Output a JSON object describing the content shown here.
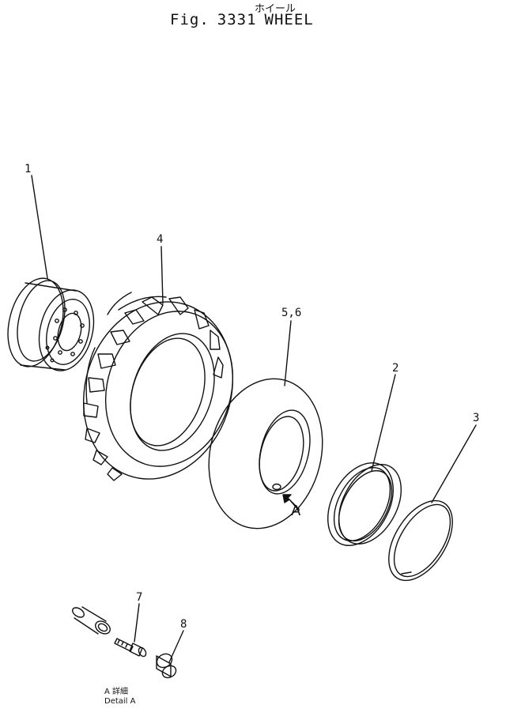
{
  "header": {
    "title_jp": "ホイール",
    "fig_label": "Fig.",
    "fig_number": "3331",
    "fig_name": "WHEEL"
  },
  "callouts": {
    "c1": "1",
    "c2": "2",
    "c3": "3",
    "c4": "4",
    "c56": "5,6",
    "c7": "7",
    "c8": "8",
    "detail_marker": "A"
  },
  "detail": {
    "label_jp": "A 詳細",
    "label_en": "Detail A"
  },
  "colors": {
    "ink": "#111111",
    "background": "#ffffff"
  }
}
